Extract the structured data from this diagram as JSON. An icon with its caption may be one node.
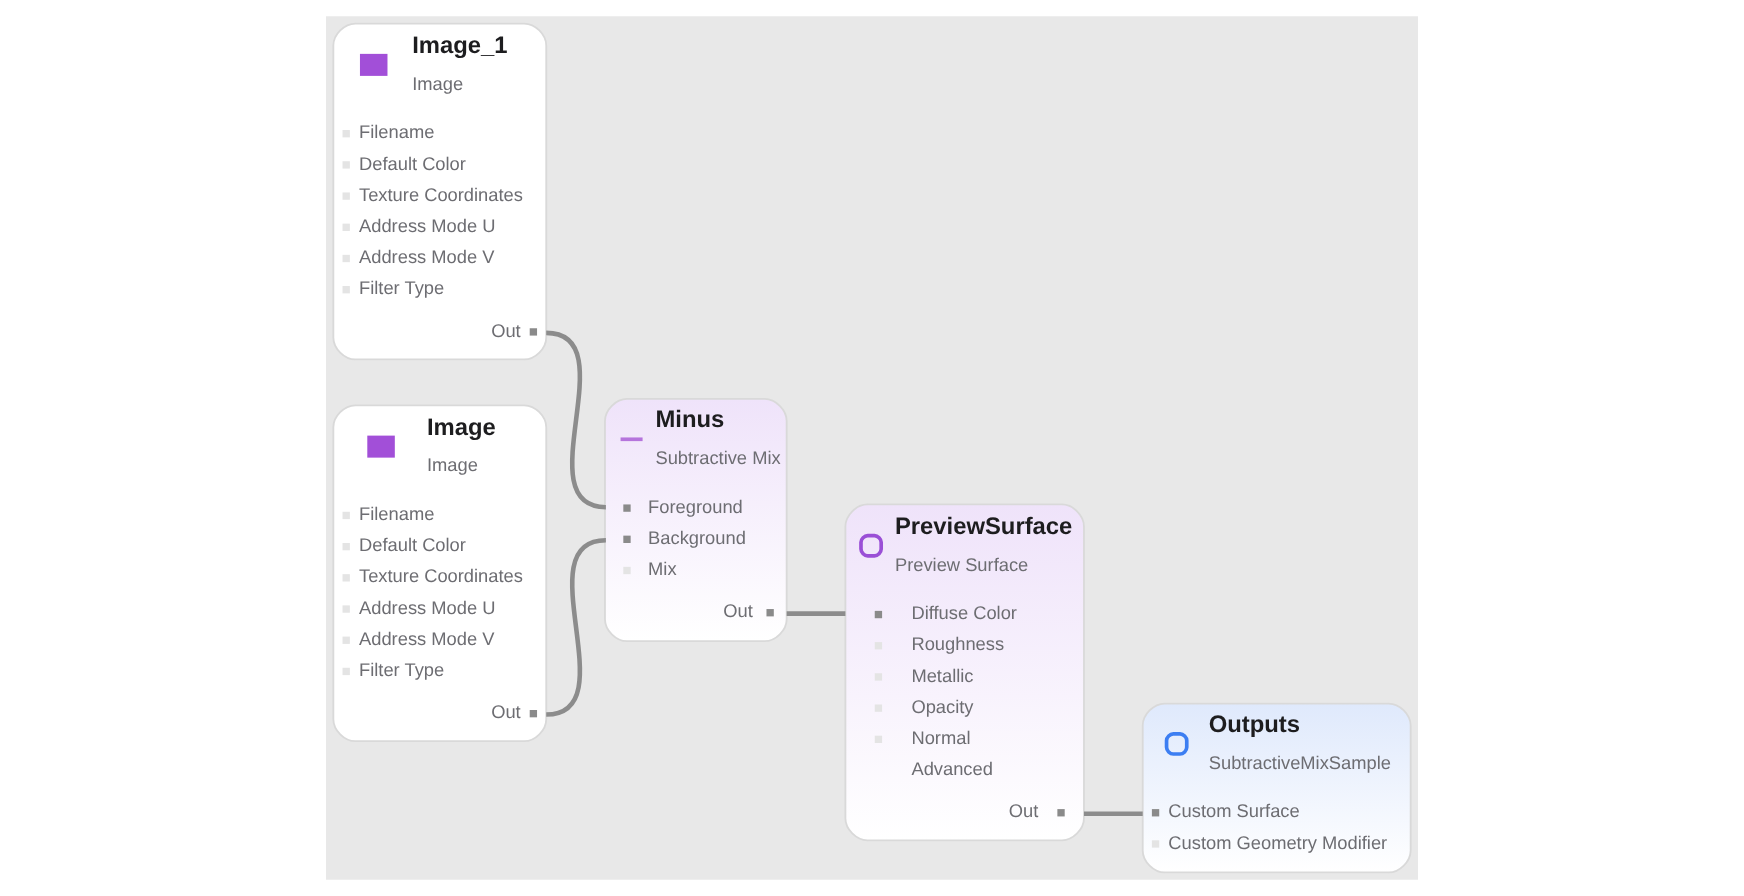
{
  "diagram": {
    "nodes": [
      {
        "text": [
          "Image_1",
          "Image",
          "Filename",
          "Default Color",
          "Texture Coordinates",
          "Address Mode U",
          "Address Mode V",
          "Filter Type",
          "Out"
        ]
      },
      {
        "text": [
          "Image",
          "Image",
          "Filename",
          "Default Color",
          "Texture Coordinates",
          "Address Mode U",
          "Address Mode V",
          "Filter Type",
          "Out"
        ]
      },
      {
        "text": [
          "Minus",
          "Subtractive Mix",
          "Foreground",
          "Background",
          "Mix",
          "Out"
        ]
      },
      {
        "text": [
          "PreviewSurface",
          "Preview Surface",
          "Diffuse Color",
          "Roughness",
          "Metallic",
          "Opacity",
          "Normal",
          "Advanced",
          "Out"
        ]
      },
      {
        "text": [
          "Outputs",
          "SubtractiveMixSample",
          "Custom Surface",
          "Custom Geometry Modifier"
        ]
      }
    ],
    "edges": [
      {
        "from": 0,
        "to": 2,
        "arrow": "none"
      },
      {
        "from": 1,
        "to": 2,
        "arrow": "none"
      },
      {
        "from": 2,
        "to": 3,
        "arrow": "none"
      },
      {
        "from": 3,
        "to": 4,
        "arrow": "none"
      }
    ]
  }
}
